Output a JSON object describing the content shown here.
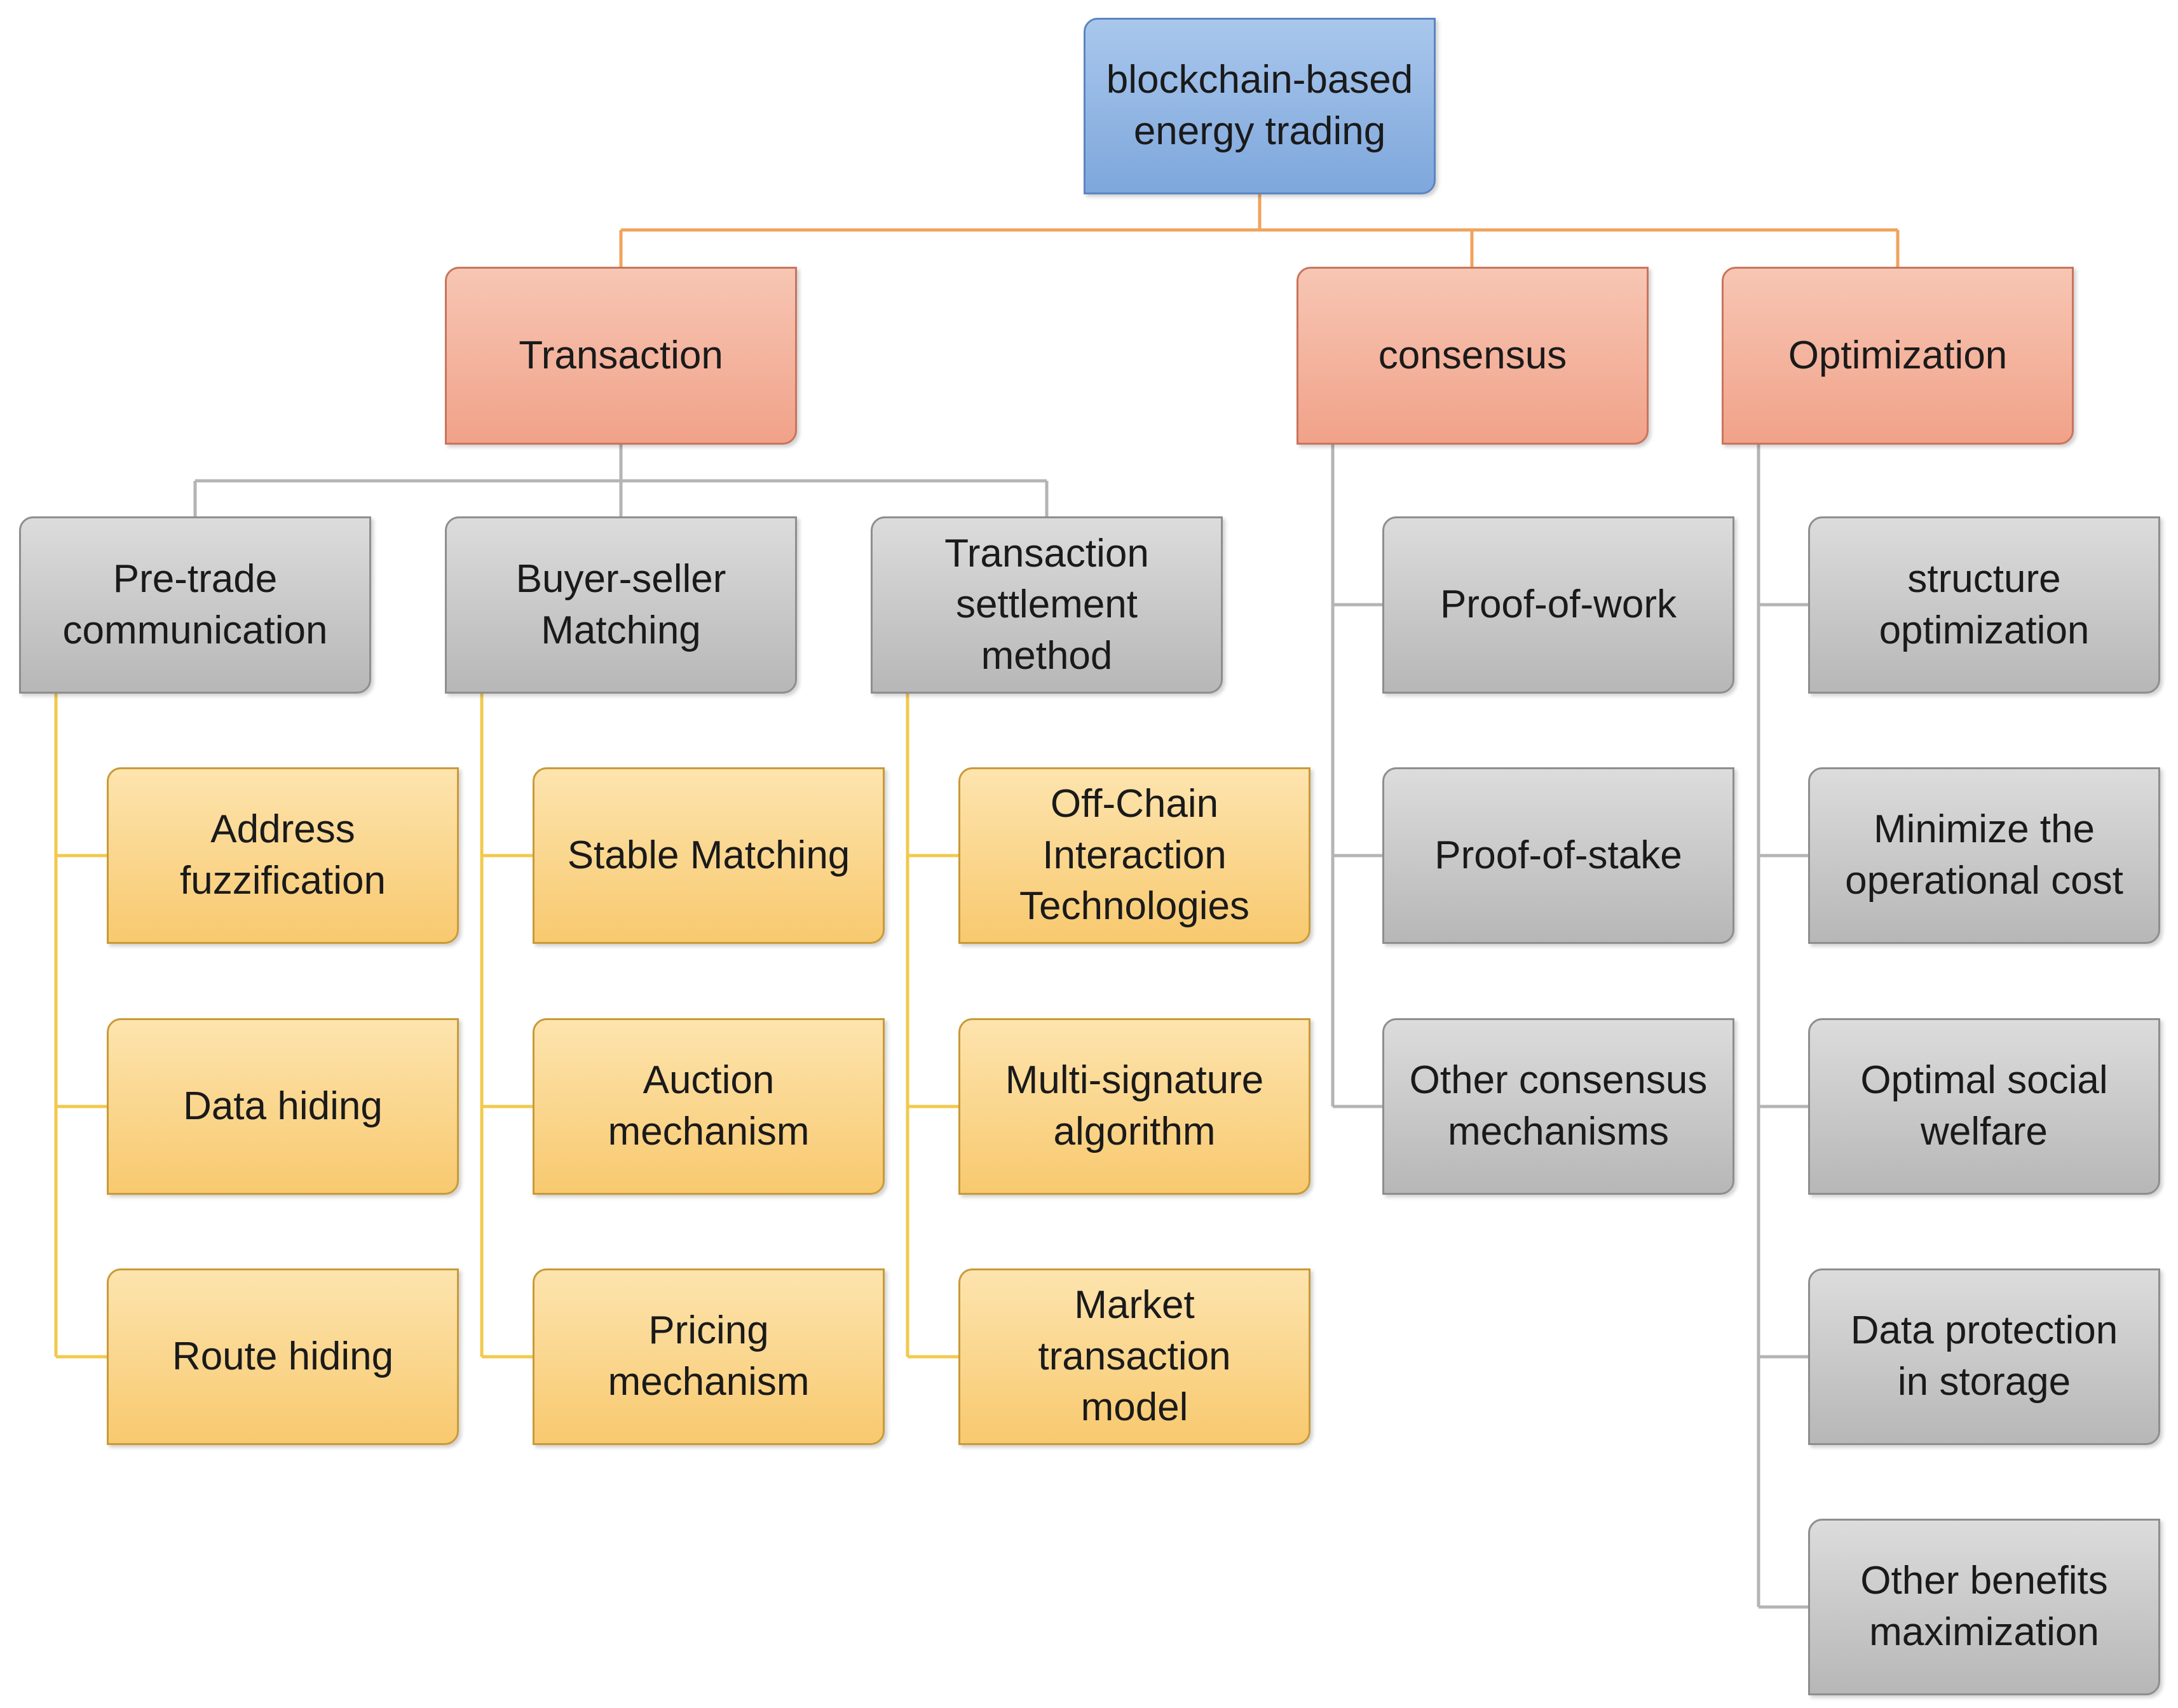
{
  "root": {
    "label": "blockchain-based\nenergy trading"
  },
  "categories": [
    {
      "label": "Transaction",
      "children": [
        {
          "label": "Pre-trade\ncommunication",
          "items": [
            "Address\nfuzzification",
            "Data hiding",
            "Route hiding"
          ]
        },
        {
          "label": "Buyer-seller\nMatching",
          "items": [
            "Stable Matching",
            "Auction\nmechanism",
            "Pricing\nmechanism"
          ]
        },
        {
          "label": "Transaction\nsettlement\nmethod",
          "items": [
            "Off-Chain\nInteraction\nTechnologies",
            "Multi-signature\nalgorithm",
            "Market\ntransaction\nmodel"
          ]
        }
      ]
    },
    {
      "label": "consensus",
      "items": [
        "Proof-of-work",
        "Proof-of-stake",
        "Other consensus\nmechanisms"
      ]
    },
    {
      "label": "Optimization",
      "items": [
        "structure\noptimization",
        "Minimize the\noperational cost",
        "Optimal social\nwelfare",
        "Data protection\nin storage",
        "Other benefits\nmaximization"
      ]
    }
  ],
  "colors": {
    "root_fill": "#8fb4e3",
    "category_fill": "#f4b29c",
    "subcategory_fill": "#c8c8c8",
    "leaf_fill": "#fbd68a",
    "connector_orange": "#f0a35c",
    "connector_gray": "#b4b4b4",
    "connector_yellow": "#f2c94c"
  }
}
